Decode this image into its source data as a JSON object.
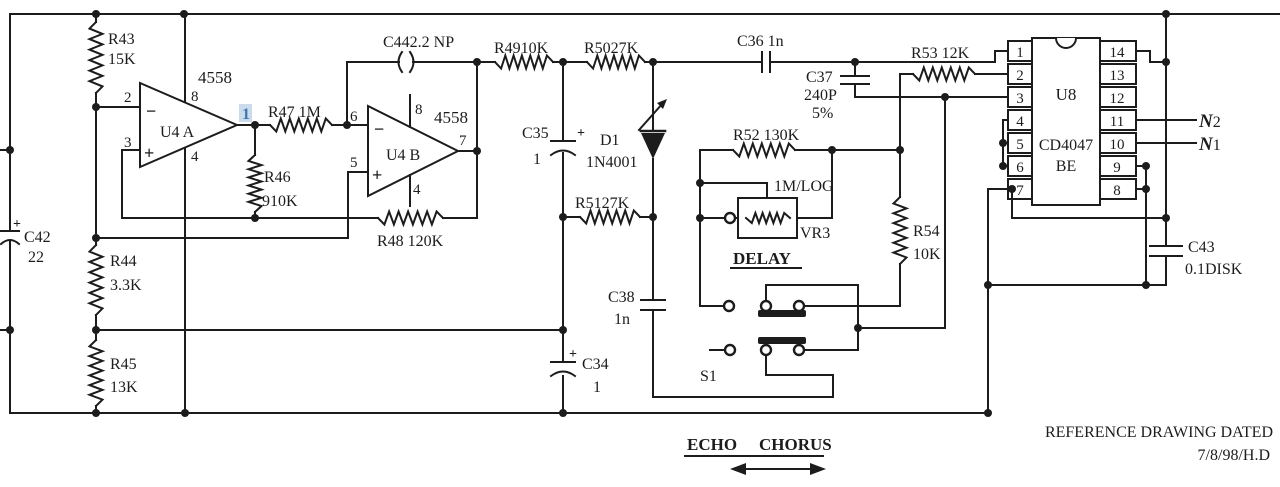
{
  "colors": {
    "ink": "#1c1c1c",
    "highlight_blue": "#5a8fc0",
    "paper": "#ffffff"
  },
  "labels": {
    "r43": {
      "n": "R43",
      "v": "15K"
    },
    "r44": {
      "n": "R44",
      "v": "3.3K"
    },
    "r45": {
      "n": "R45",
      "v": "13K"
    },
    "r46": {
      "n": "R46",
      "v": "910K"
    },
    "r47": "R47 1M",
    "r48": "R48  120K",
    "r49": "R4910K",
    "r50": "R5027K",
    "r51": "R5127K",
    "r52": "R52 130K",
    "r53": "R53 12K",
    "r54": {
      "n": "R54",
      "v": "10K"
    },
    "c42": {
      "n": "C42",
      "v": "22",
      "plus": "+"
    },
    "c44": "C442.2 NP",
    "c35": {
      "n": "C35",
      "v": "1",
      "plus": "+"
    },
    "c36": "C36 1n",
    "c37": {
      "n": "C37",
      "v": "240P",
      "tol": "5%"
    },
    "c38": {
      "n": "C38",
      "v": "1n"
    },
    "c34": {
      "n": "C34",
      "v": "1",
      "plus": "+"
    },
    "c43": {
      "n": "C43",
      "v": "0.1DISK"
    },
    "d1": {
      "n": "D1",
      "v": "1N4001"
    }
  },
  "u4a": {
    "name": "U4 A",
    "part": "4558",
    "pin_inv": "2",
    "pin_ni": "3",
    "pin_vp": "8",
    "pin_vm": "4",
    "pin_out": "1",
    "minus": "−",
    "plus": "+"
  },
  "u4b": {
    "name": "U4 B",
    "part": "4558",
    "pin_inv": "6",
    "pin_ni": "5",
    "pin_vp": "8",
    "pin_vm": "4",
    "pin_out": "7",
    "minus": "−",
    "plus": "+"
  },
  "pot": {
    "name": "VR3",
    "value": "1M/LOG",
    "caption": "DELAY"
  },
  "switch": {
    "name": "S1",
    "mode_left": "ECHO",
    "mode_right": "CHORUS"
  },
  "u8": {
    "name": "U8",
    "part_line1": "CD4047",
    "part_line2": "BE",
    "pins_left": [
      "1",
      "2",
      "3",
      "4",
      "5",
      "6",
      "7"
    ],
    "pins_right": [
      "14",
      "13",
      "12",
      "11",
      "10",
      "9",
      "8"
    ]
  },
  "outputs": {
    "n2": {
      "sym": "N",
      "num": "2"
    },
    "n1": {
      "sym": "N",
      "num": "1"
    }
  },
  "footer": {
    "line1": "REFERENCE DRAWING DATED",
    "line2": "7/8/98/H.D"
  }
}
